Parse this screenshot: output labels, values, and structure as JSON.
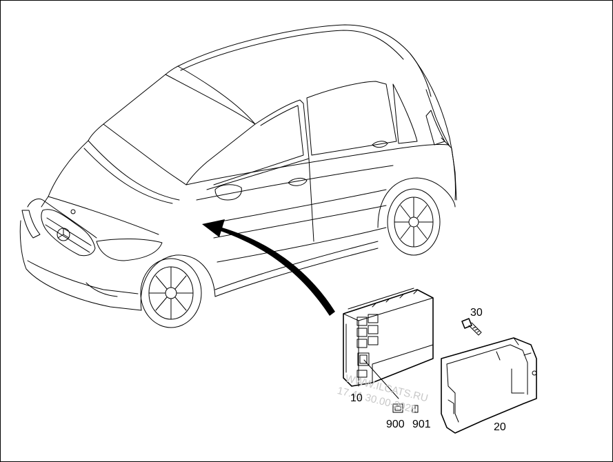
{
  "diagram": {
    "callouts": {
      "c10": "10",
      "c20": "20",
      "c30": "30",
      "c900": "900",
      "c901": "901"
    },
    "watermark": {
      "line1": "WWW.ILCATS.RU",
      "line2": "17.41 30.00-2025"
    }
  }
}
